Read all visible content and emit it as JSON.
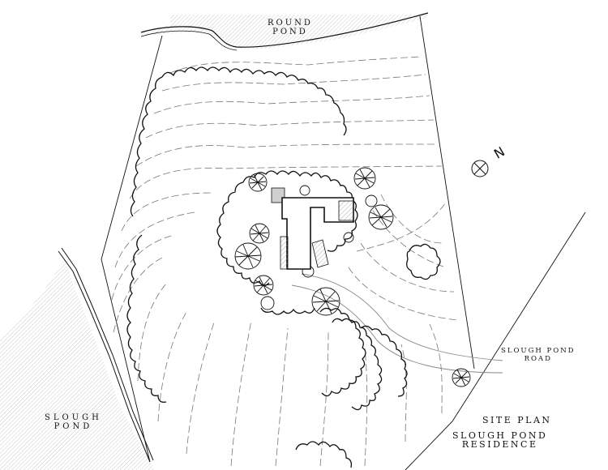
{
  "labels": {
    "round_pond": [
      "ROUND",
      "POND"
    ],
    "slough_pond": [
      "SLOUGH",
      "POND"
    ],
    "road": [
      "SLOUGH POND",
      "ROAD"
    ],
    "title_1": "SITE PLAN",
    "title_2": [
      "SLOUGH POND",
      "RESIDENCE"
    ],
    "north": "N"
  },
  "colors": {
    "ink": "#111111",
    "hatch": "#9a9a9a",
    "contour": "#777777",
    "paper": "#ffffff"
  }
}
